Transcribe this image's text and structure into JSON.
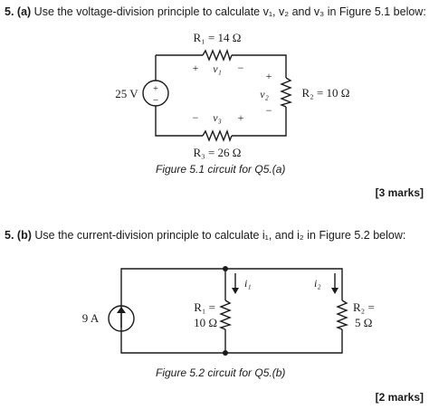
{
  "question_a": {
    "number": "5.",
    "part": "(a)",
    "text": " Use the voltage-division principle to calculate v₁, v₂ and v₃ in Figure 5.1 below:",
    "marks": "[3 marks]"
  },
  "figure_5_1": {
    "r1_label": "R₁ = 14 Ω",
    "r2_label": "R₂ = 10 Ω",
    "r3_label": "R₃ = 26 Ω",
    "source_label": "25 V",
    "source_plus": "+",
    "source_minus": "−",
    "v1_plus": "+",
    "v1_label": "v₁",
    "v1_minus": "−",
    "v2_plus": "+",
    "v2_label": "v₂",
    "v2_minus": "−",
    "v3_minus": "−",
    "v3_label": "v₃",
    "v3_plus": "+",
    "caption": "Figure 5.1 circuit for Q5.(a)"
  },
  "question_b": {
    "number": "5.",
    "part": "(b)",
    "text": " Use the current-division principle to calculate i₁, and i₂ in Figure 5.2 below:",
    "marks": "[2 marks]"
  },
  "figure_5_2": {
    "source_label": "9 A",
    "i1_label": "i₁",
    "i2_label": "i₂",
    "r1_name": "R₁ =",
    "r1_value": "10 Ω",
    "r2_name": "R₂ =",
    "r2_value": "5 Ω",
    "caption": "Figure 5.2 circuit for Q5.(b)"
  }
}
